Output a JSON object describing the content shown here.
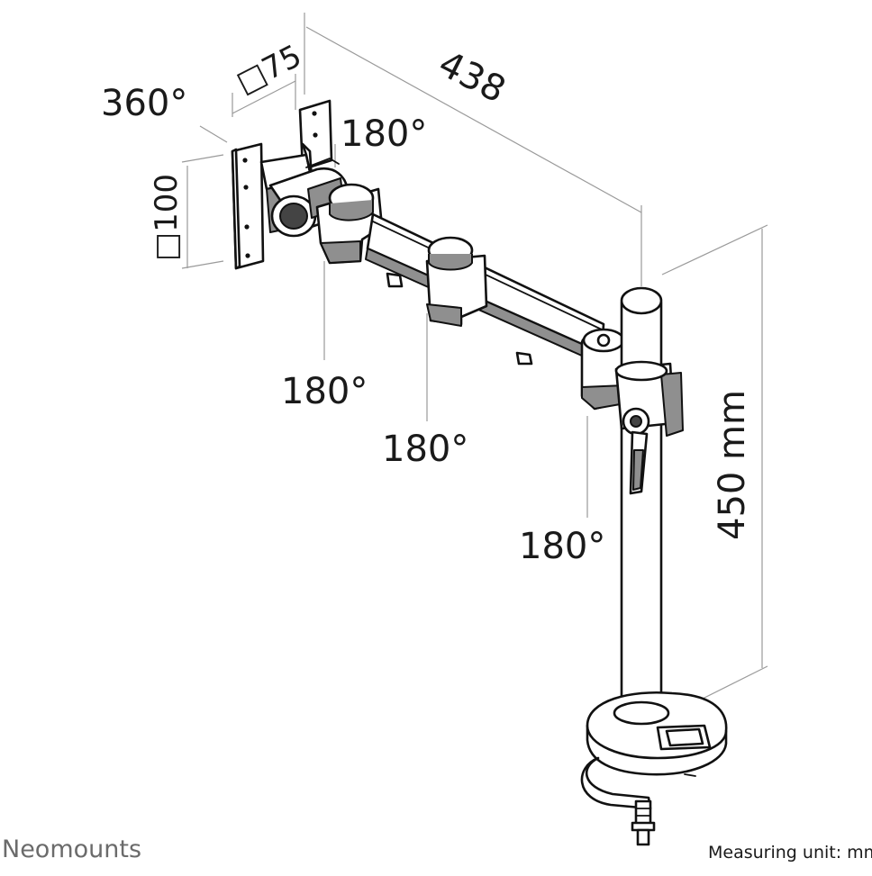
{
  "diagram": {
    "rotation_label": "360°",
    "vesa_small_label": "□75",
    "vesa_large_label": "□100",
    "arm_length_label": "438",
    "tilt_label": "180°",
    "swivel_1_label": "180°",
    "swivel_2_label": "180°",
    "swivel_3_label": "180°",
    "height_label": "450 mm"
  },
  "footer": {
    "brand": "Neomounts",
    "measuring_unit": "Measuring unit: mm"
  }
}
